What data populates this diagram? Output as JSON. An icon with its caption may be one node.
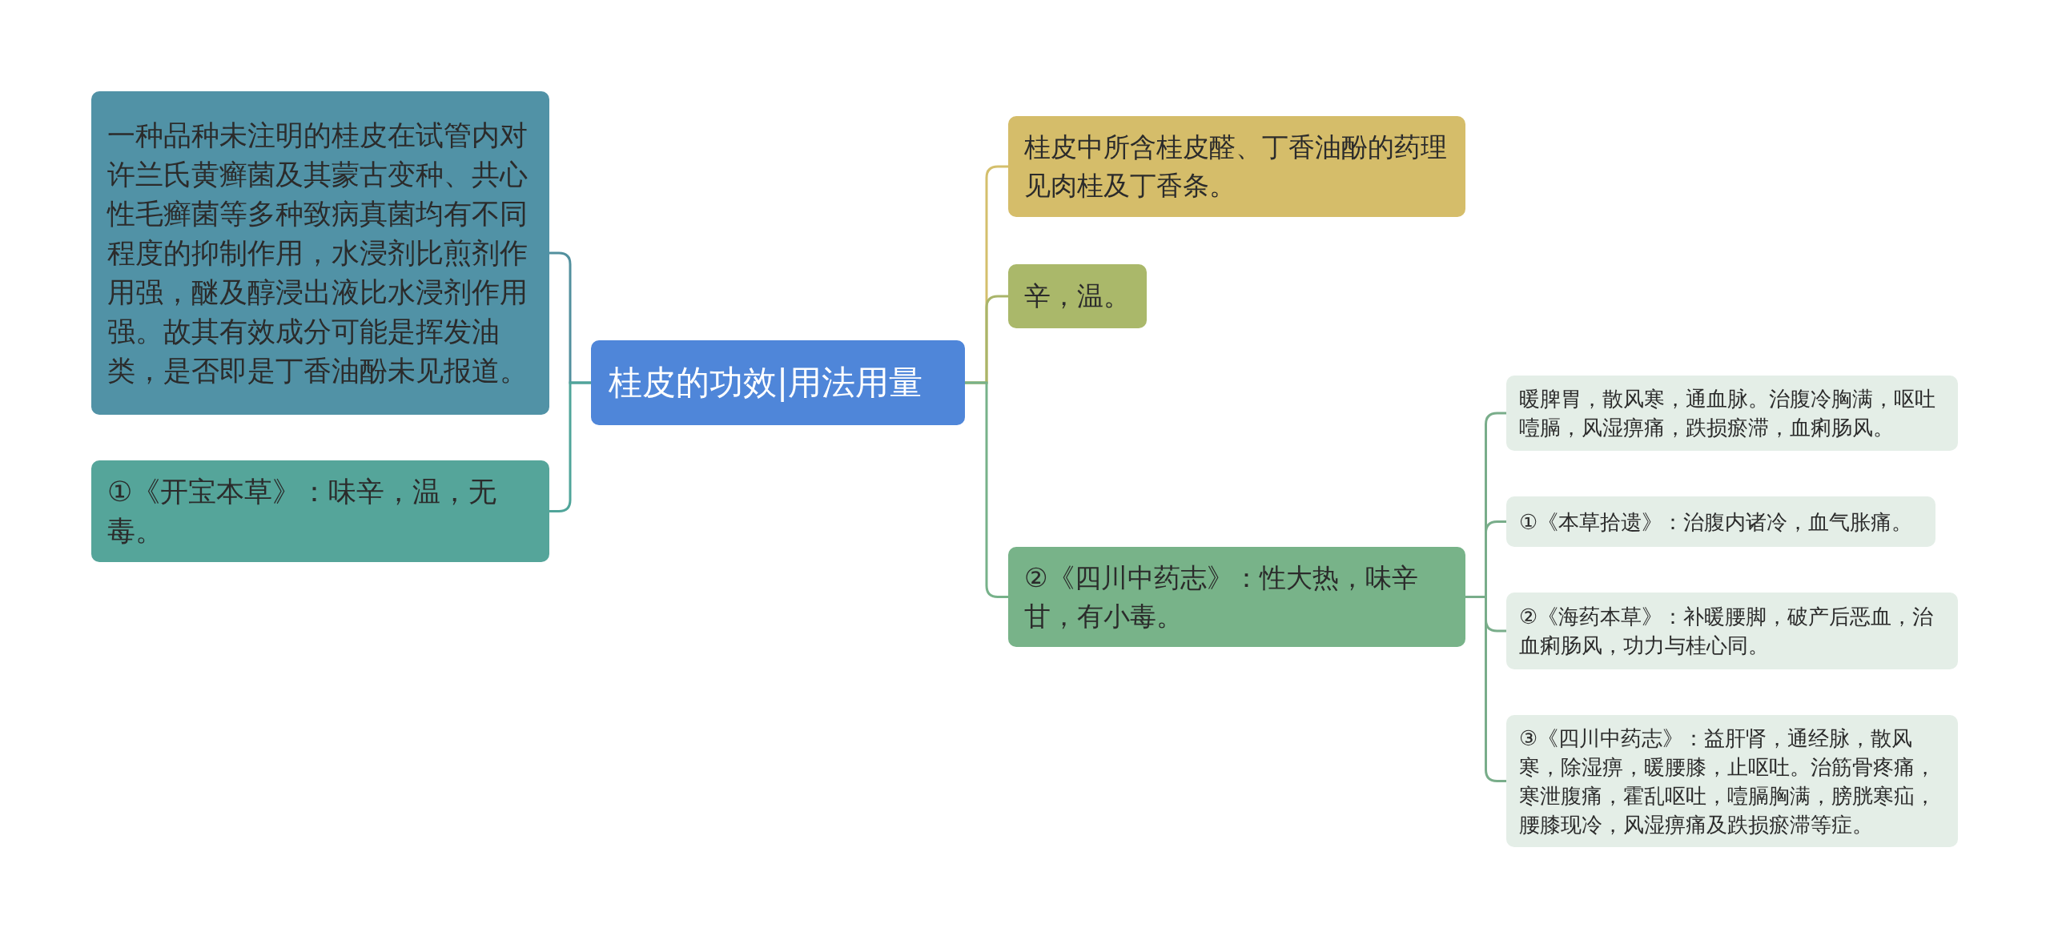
{
  "diagram": {
    "nodes": [
      {
        "text": [
          "桂皮的功效|用法用量"
        ]
      },
      {
        "text": [
          "一种品种未注明的桂皮在试管内对许兰氏黄癣菌及其蒙古变种、共心性毛癣菌等多种致病真菌均有不同程度的抑制作用，水浸剂比煎剂作用强，醚及醇浸出液比水浸剂作用强。故其有效成分可能是挥发油类，是否即是丁香油酚未见报道。"
        ]
      },
      {
        "text": [
          "①《开宝本草》：味辛，温，无毒。"
        ]
      },
      {
        "text": [
          "桂皮中所含桂皮醛、丁香油酚的药理见肉桂及丁香条。"
        ]
      },
      {
        "text": [
          "辛，温。"
        ]
      },
      {
        "text": [
          "②《四川中药志》：性大热，味辛甘，有小毒。"
        ]
      },
      {
        "text": [
          "暖脾胃，散风寒，通血脉。治腹冷胸满，呕吐噎膈，风湿痹痛，跌损瘀滞，血痢肠风。"
        ]
      },
      {
        "text": [
          "①《本草拾遗》：治腹内诸冷，血气胀痛。"
        ]
      },
      {
        "text": [
          "②《海药本草》：补暖腰脚，破产后恶血，治血痢肠风，功力与桂心同。"
        ]
      },
      {
        "text": [
          "③《四川中药志》：益肝肾，通经脉，散风寒，除湿痹，暖腰膝，止呕吐。治筋骨疼痛，寒泄腹痛，霍乱呕吐，噎膈胸满，膀胱寒疝，腰膝现冷，风湿痹痛及跌损瘀滞等症。"
        ]
      }
    ],
    "edges": [
      {
        "from": 0,
        "to": 1,
        "arrow": "none",
        "color": "#52909e"
      },
      {
        "from": 0,
        "to": 2,
        "arrow": "none",
        "color": "#50a59a"
      },
      {
        "from": 0,
        "to": 3,
        "arrow": "none",
        "color": "#d4bf6c"
      },
      {
        "from": 0,
        "to": 4,
        "arrow": "none",
        "color": "#a9b56a"
      },
      {
        "from": 0,
        "to": 5,
        "arrow": "none",
        "color": "#77b28a"
      },
      {
        "from": 5,
        "to": 6,
        "arrow": "none",
        "color": "#79ad8a"
      },
      {
        "from": 5,
        "to": 7,
        "arrow": "none",
        "color": "#79ad8a"
      },
      {
        "from": 5,
        "to": 8,
        "arrow": "none",
        "color": "#79ad8a"
      },
      {
        "from": 5,
        "to": 9,
        "arrow": "none",
        "color": "#79ad8a"
      }
    ]
  }
}
